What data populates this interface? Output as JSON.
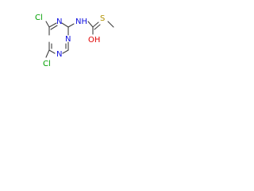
{
  "molecule": {
    "atoms": {
      "chlorine_top": {
        "label": "Cl",
        "color": "#00a000"
      },
      "chlorine_bottom": {
        "label": "Cl",
        "color": "#00a000"
      },
      "ring_n_left": {
        "label": "N",
        "color": "#1010e0"
      },
      "ring_n_right": {
        "label": "N",
        "color": "#1010e0"
      },
      "ring_n_bottom": {
        "label": "N",
        "color": "#1010e0"
      },
      "amide_nh": {
        "label": "NH",
        "color": "#1010e0"
      },
      "thio_s": {
        "label": "S",
        "color": "#b09000"
      },
      "hydroxyl": {
        "label": "OH",
        "color": "#e00000"
      }
    },
    "bond_color": "#404040"
  }
}
